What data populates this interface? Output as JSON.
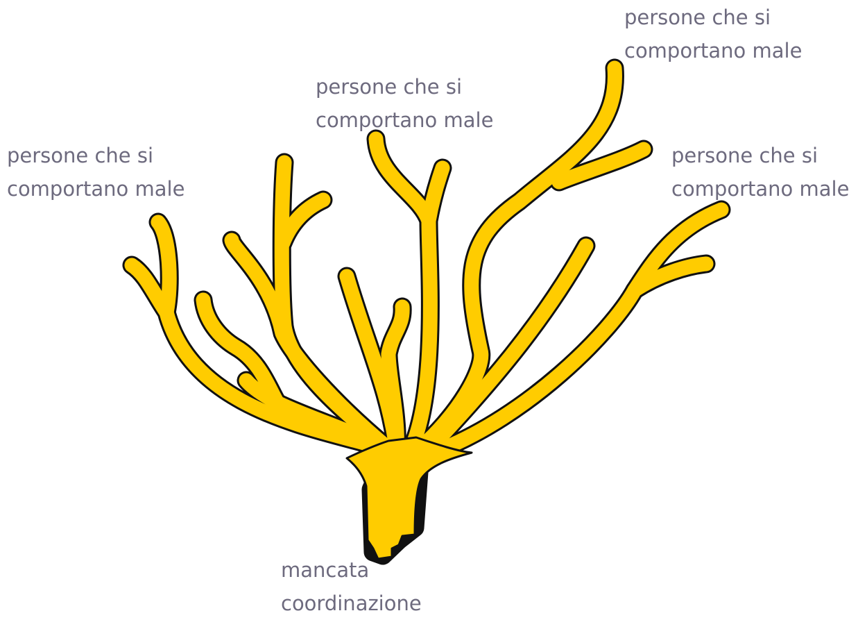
{
  "branch_labels": [
    {
      "line1": "persone che si",
      "line2": "comportano male"
    },
    {
      "line1": "persone che si",
      "line2": "comportano male"
    },
    {
      "line1": "persone che si",
      "line2": "comportano male"
    },
    {
      "line1": "persone che si",
      "line2": "comportano male"
    }
  ],
  "root_label": {
    "line1": "mancata",
    "line2": "coordinazione"
  },
  "colors": {
    "tree_fill": "#ffcc00",
    "tree_outline": "#111111",
    "label_text": "#6d6a7e"
  }
}
